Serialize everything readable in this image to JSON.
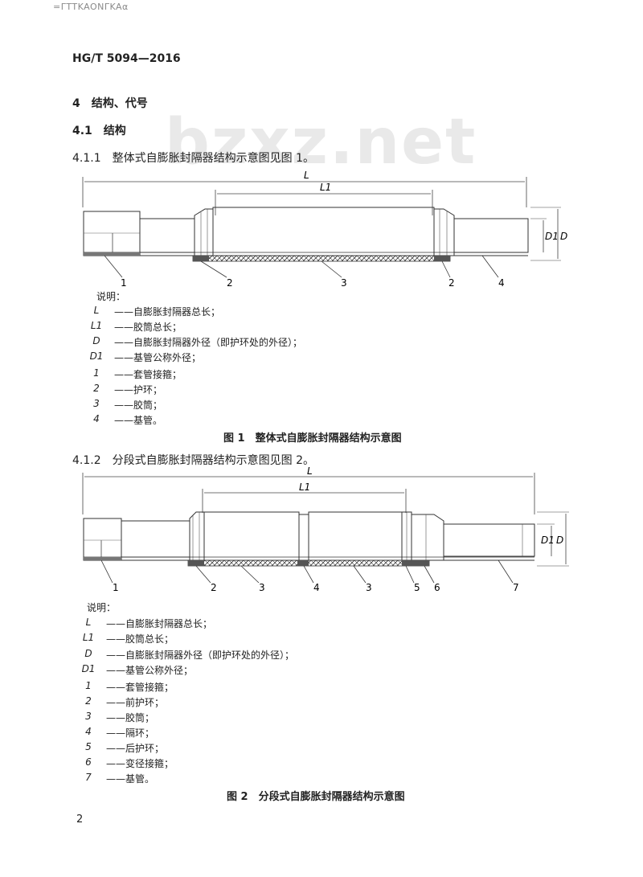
{
  "header": {
    "top_mark": "=ΓTTKAONΓKAα",
    "standard_code": "HG/T 5094—2016"
  },
  "watermark": "bzxz.net",
  "section4": {
    "title": "4　结构、代号",
    "s41": "4.1　结构",
    "s411": "4.1.1　整体式自膨胀封隔器结构示意图见图 1。",
    "s412": "4.1.2　分段式自膨胀封隔器结构示意图见图 2。"
  },
  "figure1": {
    "dims": {
      "L": "L",
      "L1": "L1",
      "D": "D",
      "D1": "D1"
    },
    "callouts": [
      "1",
      "2",
      "3",
      "2",
      "4"
    ],
    "legend_title": "说明：",
    "legend": [
      {
        "sym": "L",
        "desc": "——自膨胀封隔器总长；"
      },
      {
        "sym": "L1",
        "desc": "——胶筒总长；"
      },
      {
        "sym": "D",
        "desc": "——自膨胀封隔器外径（即护环处的外径）；"
      },
      {
        "sym": "D1",
        "desc": "——基管公称外径；"
      },
      {
        "sym": "1",
        "desc": "——套管接箍；"
      },
      {
        "sym": "2",
        "desc": "——护环；"
      },
      {
        "sym": "3",
        "desc": "——胶筒；"
      },
      {
        "sym": "4",
        "desc": "——基管。"
      }
    ],
    "caption": "图 1　整体式自膨胀封隔器结构示意图"
  },
  "figure2": {
    "dims": {
      "L": "L",
      "L1": "L1",
      "D": "D",
      "D1": "D1"
    },
    "callouts": [
      "1",
      "2",
      "3",
      "4",
      "3",
      "5",
      "6",
      "7"
    ],
    "legend_title": "说明：",
    "legend": [
      {
        "sym": "L",
        "desc": "——自膨胀封隔器总长；"
      },
      {
        "sym": "L1",
        "desc": "——胶筒总长；"
      },
      {
        "sym": "D",
        "desc": "——自膨胀封隔器外径（即护环处的外径）；"
      },
      {
        "sym": "D1",
        "desc": "——基管公称外径；"
      },
      {
        "sym": "1",
        "desc": "——套管接箍；"
      },
      {
        "sym": "2",
        "desc": "——前护环；"
      },
      {
        "sym": "3",
        "desc": "——胶筒；"
      },
      {
        "sym": "4",
        "desc": "——隔环；"
      },
      {
        "sym": "5",
        "desc": "——后护环；"
      },
      {
        "sym": "6",
        "desc": "——变径接箍；"
      },
      {
        "sym": "7",
        "desc": "——基管。"
      }
    ],
    "caption": "图 2　分段式自膨胀封隔器结构示意图"
  },
  "footer": {
    "page_number": "2"
  }
}
